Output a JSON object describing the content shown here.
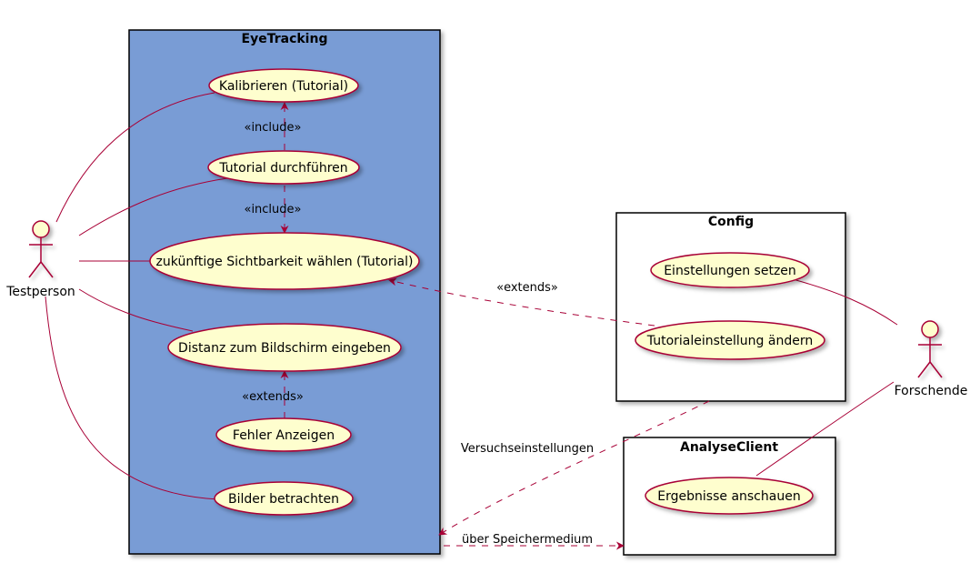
{
  "packages": {
    "eyetracking": "EyeTracking",
    "config": "Config",
    "analyse": "AnalyseClient"
  },
  "actors": {
    "testperson": "Testperson",
    "forschende": "Forschende"
  },
  "usecases": {
    "kalibrieren": "Kalibrieren (Tutorial)",
    "tutorial": "Tutorial durchführen",
    "sichtbarkeit": "zukünftige Sichtbarkeit wählen (Tutorial)",
    "distanz": "Distanz zum Bildschirm eingeben",
    "fehler": "Fehler Anzeigen",
    "bilder": "Bilder betrachten",
    "einstellungen": "Einstellungen setzen",
    "tutorialeinstellung": "Tutorialeinstellung ändern",
    "ergebnisse": "Ergebnisse anschauen"
  },
  "edges": {
    "include1": "«include»",
    "include2": "«include»",
    "extends_tutorial": "«extends»",
    "extends_fehler": "«extends»",
    "versuch": "Versuchseinstellungen",
    "speicher": "über Speichermedium"
  },
  "colors": {
    "eyetracking_bg": "#799CD5",
    "usecase_bg": "#FEFECE",
    "line": "#A80036"
  }
}
